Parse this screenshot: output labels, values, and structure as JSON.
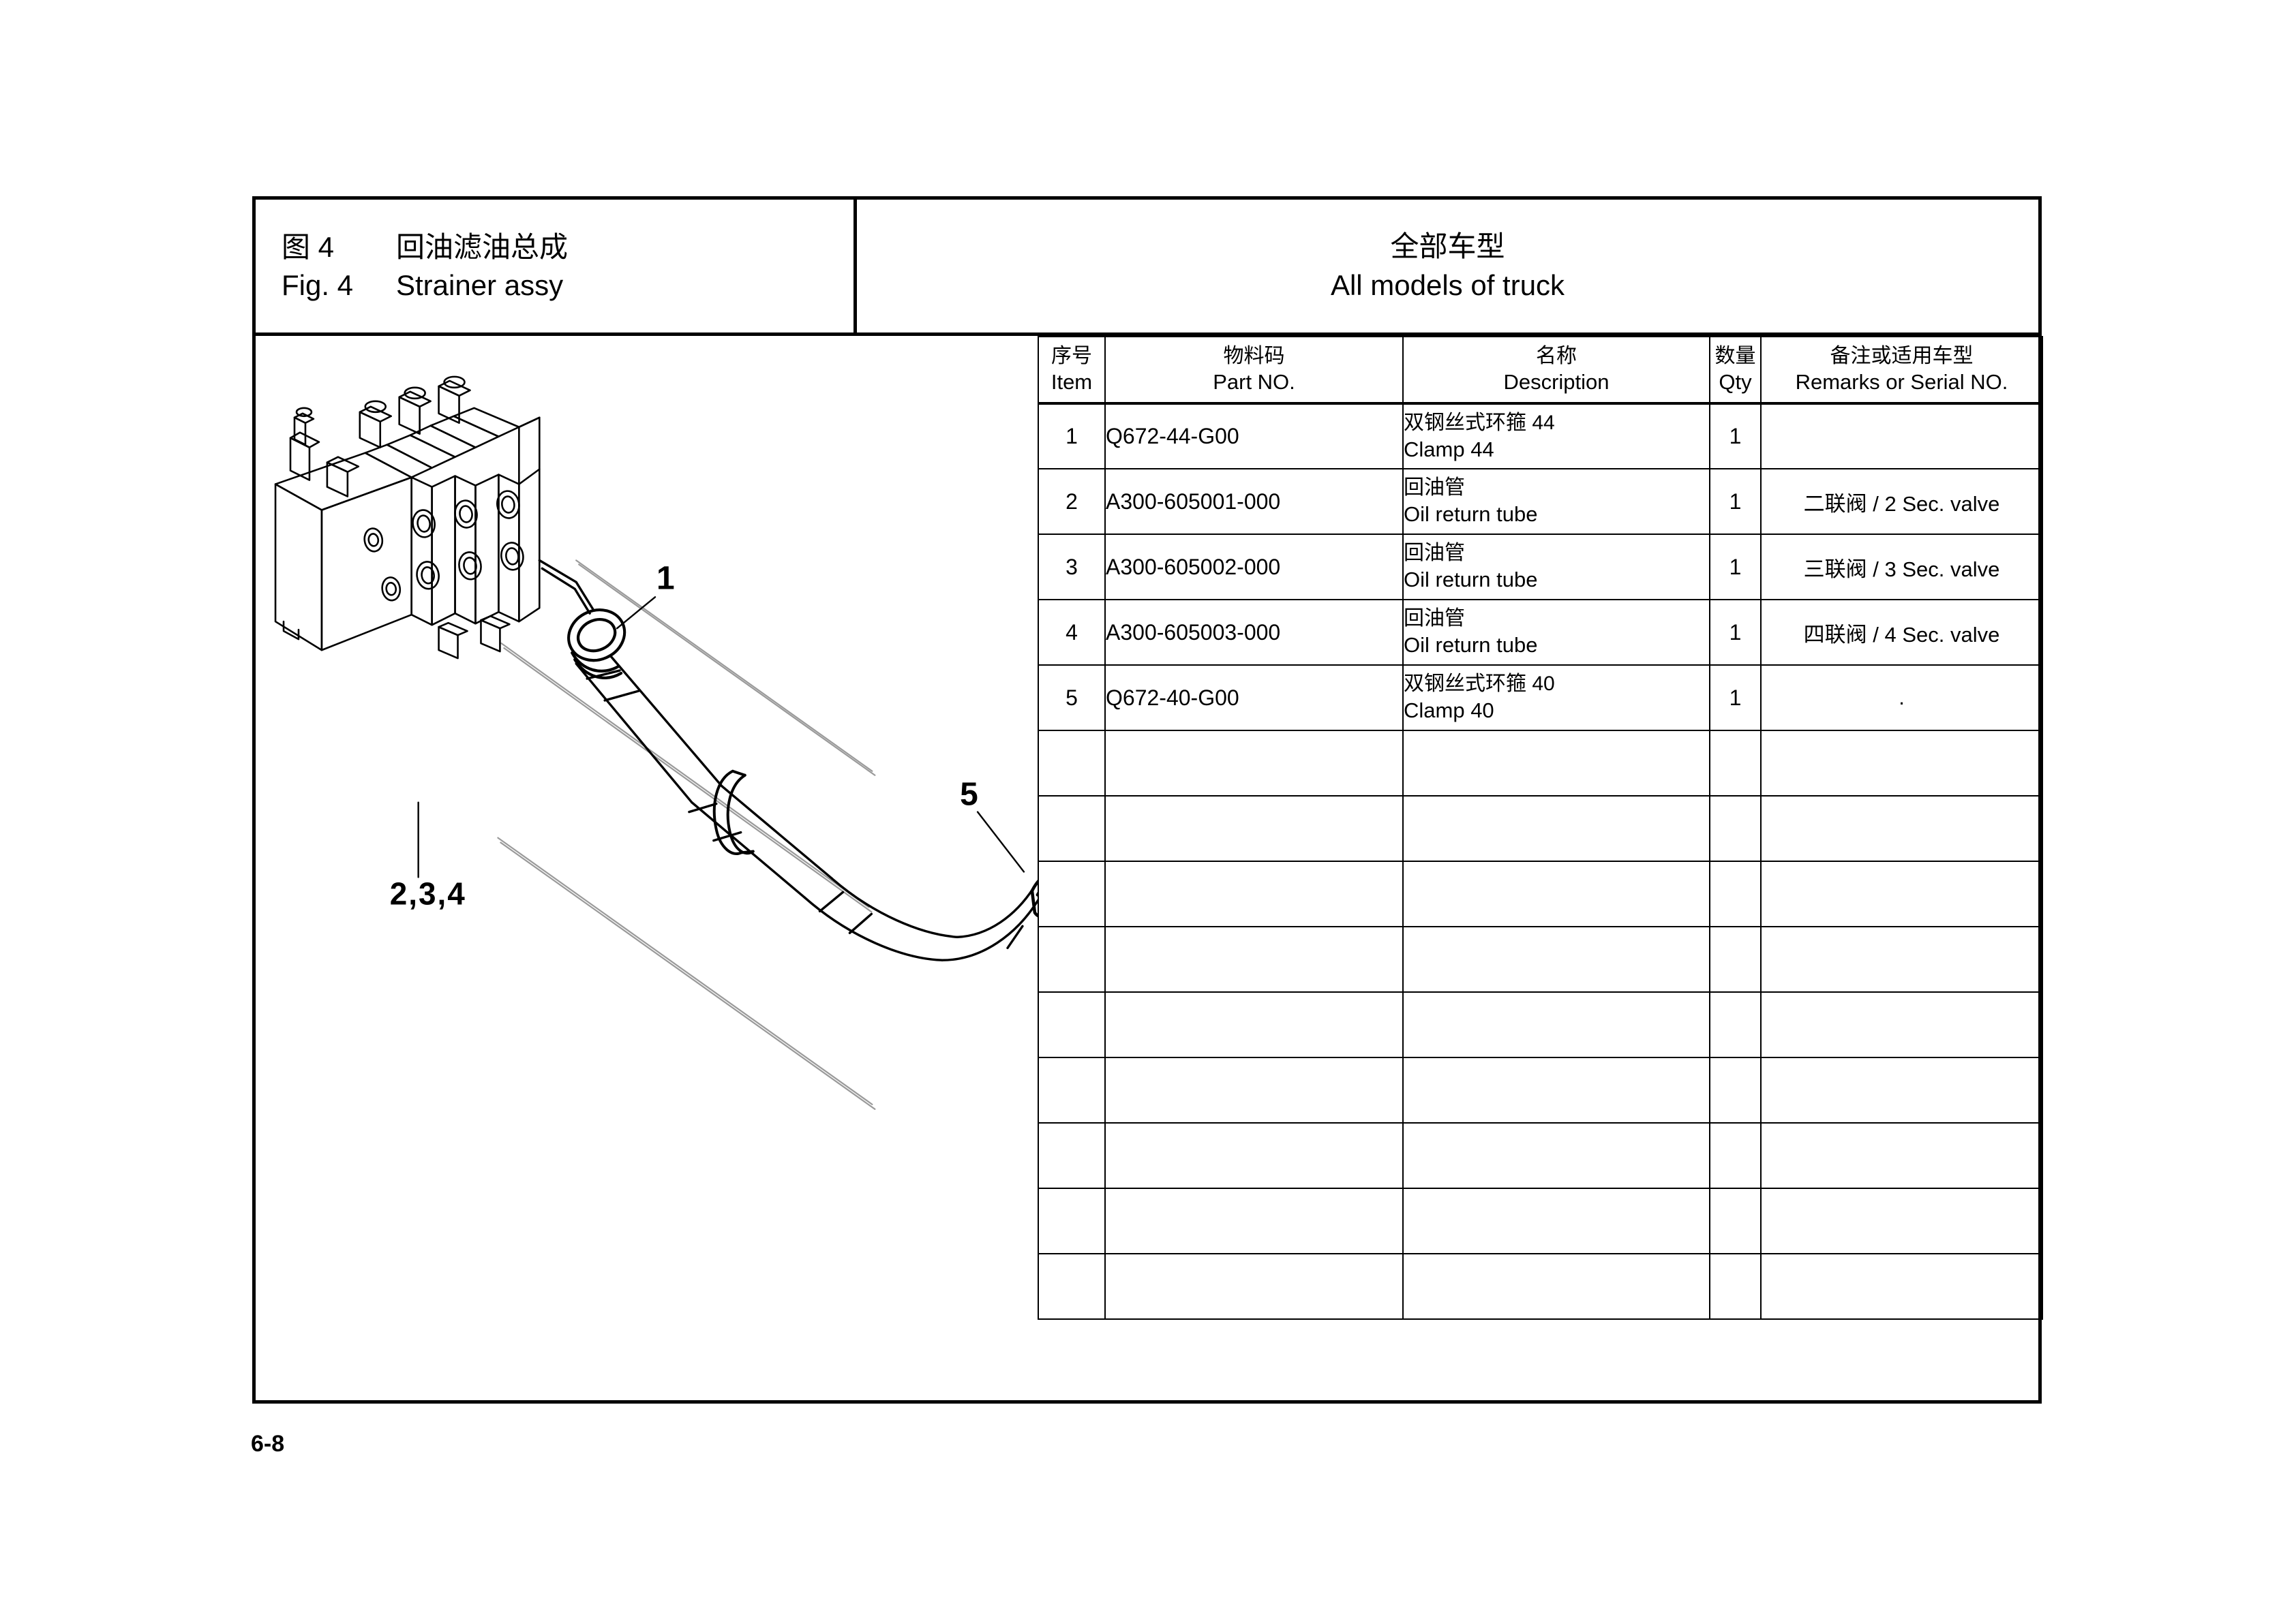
{
  "figure": {
    "tag_cn": "图 4",
    "tag_en": "Fig. 4",
    "name_cn": "回油滤油总成",
    "name_en": "Strainer assy"
  },
  "model": {
    "cn": "全部车型",
    "en": "All models of truck"
  },
  "table": {
    "headers": [
      {
        "cn": "序号",
        "en": "Item"
      },
      {
        "cn": "物料码",
        "en": "Part NO."
      },
      {
        "cn": "名称",
        "en": "Description"
      },
      {
        "cn": "数量",
        "en": "Qty"
      },
      {
        "cn": "备注或适用车型",
        "en": "Remarks or Serial NO."
      }
    ],
    "rows": [
      {
        "item": "1",
        "part_no": "Q672-44-G00",
        "desc_cn": "双钢丝式环箍 44",
        "desc_en": "Clamp 44",
        "qty": "1",
        "remarks": ""
      },
      {
        "item": "2",
        "part_no": "A300-605001-000",
        "desc_cn": "回油管",
        "desc_en": "Oil return tube",
        "qty": "1",
        "remarks": "二联阀  / 2 Sec. valve"
      },
      {
        "item": "3",
        "part_no": "A300-605002-000",
        "desc_cn": "回油管",
        "desc_en": "Oil return tube",
        "qty": "1",
        "remarks": "三联阀  / 3 Sec. valve"
      },
      {
        "item": "4",
        "part_no": "A300-605003-000",
        "desc_cn": "回油管",
        "desc_en": "Oil return tube",
        "qty": "1",
        "remarks": "四联阀  / 4 Sec. valve"
      },
      {
        "item": "5",
        "part_no": "Q672-40-G00",
        "desc_cn": "双钢丝式环箍 40",
        "desc_en": "Clamp 40",
        "qty": "1",
        "remarks": "."
      }
    ],
    "blank_row_count": 9
  },
  "drawing": {
    "callouts": [
      {
        "id": "callout-1",
        "label": "1"
      },
      {
        "id": "callout-234",
        "label": "2,3,4"
      },
      {
        "id": "callout-5",
        "label": "5"
      }
    ],
    "parts_depicted": [
      "multi-section hydraulic control valve block",
      "oil return tube",
      "wire clamp 44",
      "wire clamp 40",
      "mounting bracket",
      "chassis frame rails"
    ]
  },
  "page_number": "6-8",
  "colors": {
    "ink": "#000000",
    "paper": "#ffffff",
    "frame_rail": "#9a9a9a"
  }
}
